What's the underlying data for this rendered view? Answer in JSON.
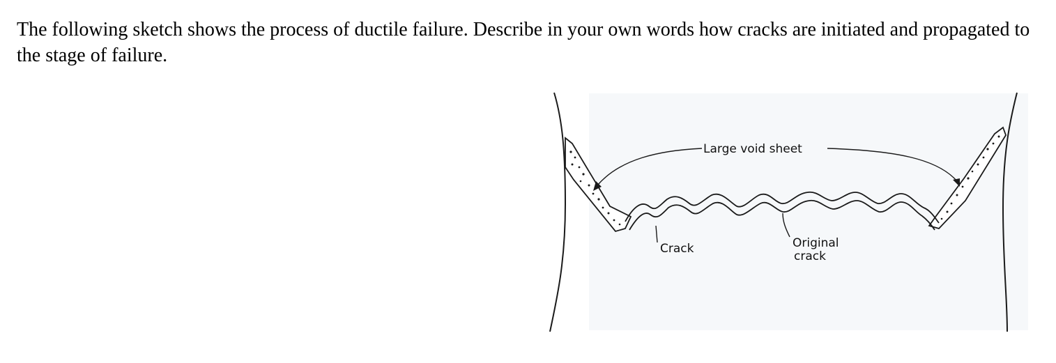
{
  "question": {
    "text": "The following sketch shows the process of ductile failure. Describe in your own words how cracks are initiated and propagated to the stage of failure."
  },
  "figure": {
    "labels": {
      "large_void_sheet": "Large void sheet",
      "crack": "Crack",
      "original_crack_line1": "Original",
      "original_crack_line2": "crack"
    },
    "colors": {
      "line": "#1a1a1a",
      "background_tint": "#f6f8fa"
    }
  }
}
